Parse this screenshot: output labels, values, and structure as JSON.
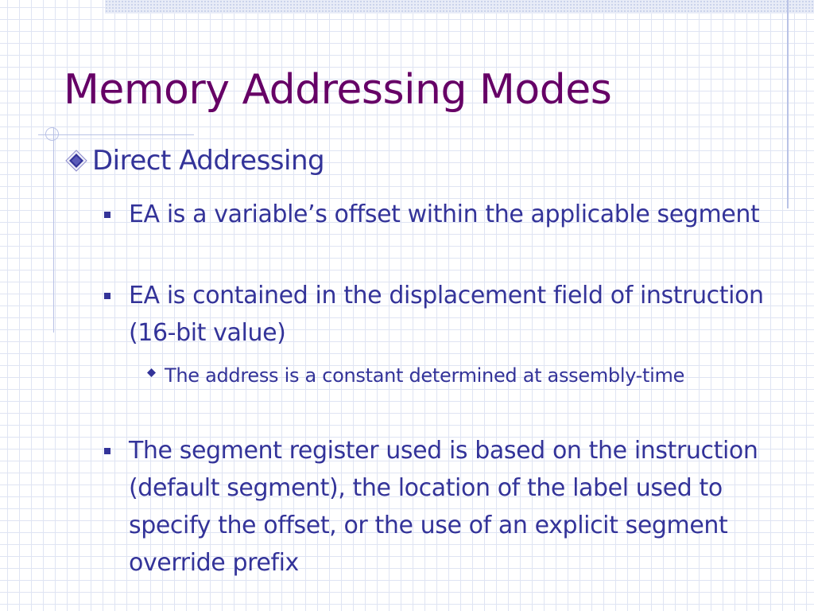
{
  "slide": {
    "title": "Memory Addressing Modes",
    "bullets": [
      {
        "text": "Direct Addressing",
        "children": [
          {
            "text": "EA is a variable’s offset within the applicable segment"
          },
          {
            "text": "EA is contained in the displacement field of instruction (16-bit value)",
            "children": [
              {
                "text": "The address is a constant determined at assembly-time"
              }
            ]
          },
          {
            "text": "The segment register used is based on the instruction (default segment), the location of the label used to specify the offset, or the use of an explicit segment override prefix"
          }
        ]
      }
    ]
  },
  "colors": {
    "title": "#660066",
    "body_text": "#333399",
    "grid": "#dfe4f3",
    "accent_lines": "#b9c2e6"
  },
  "icons": {
    "level1_bullet": "diamond-icon",
    "level2_bullet": "square-icon",
    "level3_bullet": "small-diamond-icon"
  }
}
